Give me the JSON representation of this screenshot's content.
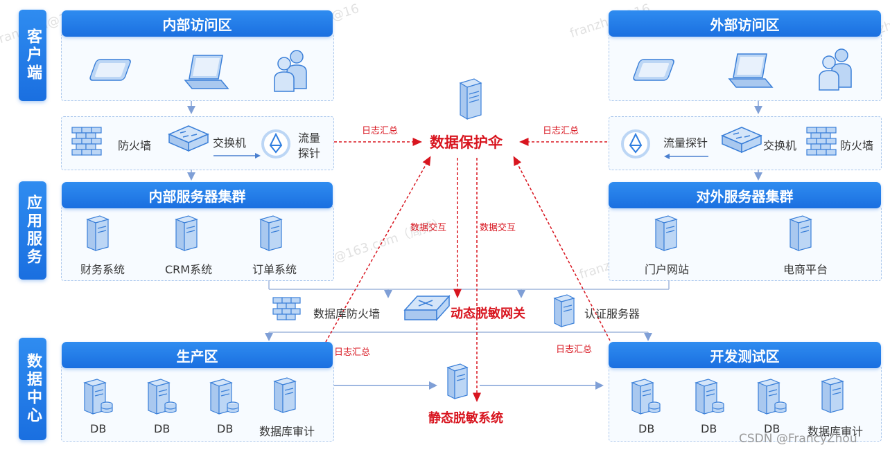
{
  "side_tabs": {
    "client": "客户端",
    "app": "应用服务",
    "dc": "数据中心"
  },
  "headers": {
    "internal_access": "内部访问区",
    "external_access": "外部访问区",
    "internal_servers": "内部服务器集群",
    "external_servers": "对外服务器集群",
    "production": "生产区",
    "devtest": "开发测试区"
  },
  "left_net": {
    "firewall": "防火墙",
    "switch": "交换机",
    "probe_line1": "流量",
    "probe_line2": "探针"
  },
  "right_net": {
    "probe": "流量探针",
    "switch": "交换机",
    "firewall": "防火墙"
  },
  "internal_servers": [
    "财务系统",
    "CRM系统",
    "订单系统"
  ],
  "external_servers": [
    "门户网站",
    "电商平台"
  ],
  "middle": {
    "db_firewall": "数据库防火墙",
    "dynamic_gateway": "动态脱敏网关",
    "auth_server": "认证服务器"
  },
  "production_items": [
    "DB",
    "DB",
    "DB",
    "数据库审计"
  ],
  "devtest_items": [
    "DB",
    "DB",
    "DB",
    "数据库审计"
  ],
  "center": {
    "umbrella": "数据保护伞",
    "static_system": "静态脱敏系统"
  },
  "edge_labels": {
    "log_left": "日志汇总",
    "log_right": "日志汇总",
    "log_prod": "日志汇总",
    "log_dev": "日志汇总",
    "exchange_left": "数据交互",
    "exchange_right": "数据交互"
  },
  "watermarks": {
    "email": "franzhou@163.com（周芳）",
    "email_short": "franzhou@16",
    "email_mid": "franzhou@163.com（周芳）",
    "csdn": "CSDN @FrancyZhou"
  },
  "colors": {
    "accent": "#1a6fe0",
    "red": "#d8151f",
    "zone_border": "#a9c6ec"
  }
}
